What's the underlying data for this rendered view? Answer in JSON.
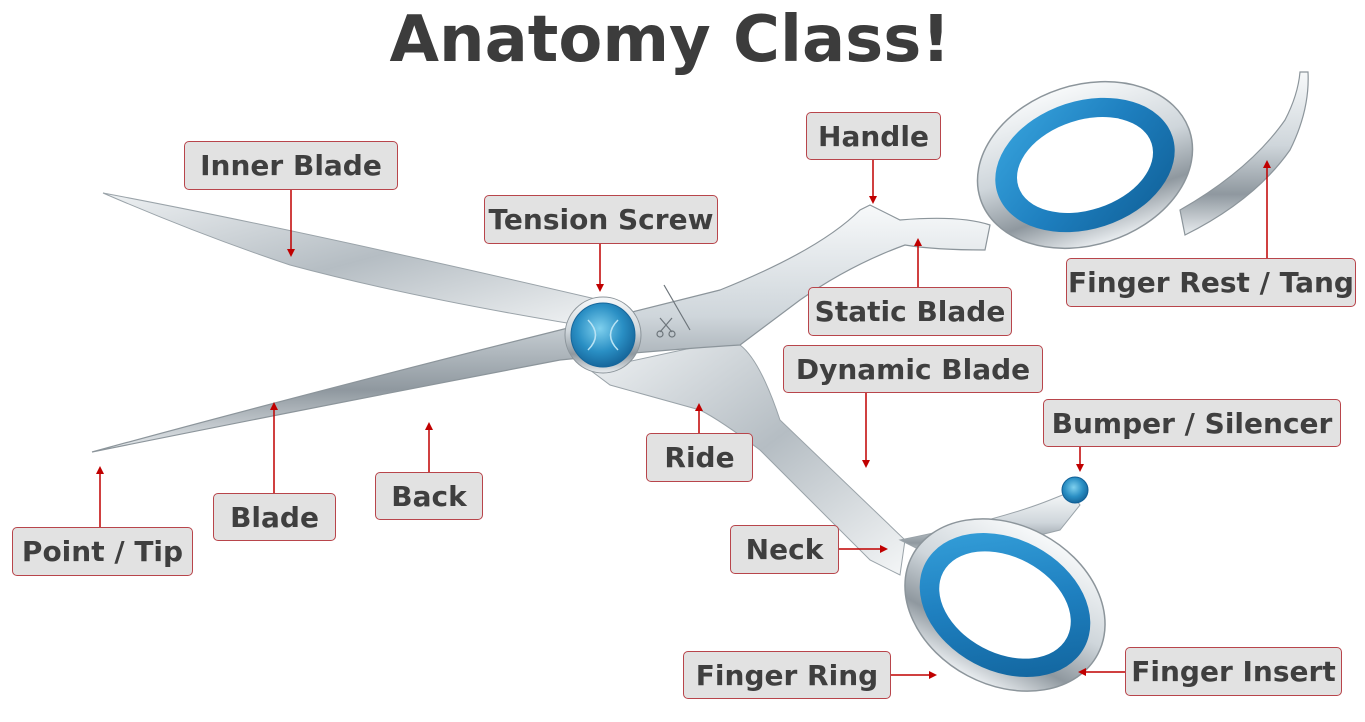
{
  "title": "Anatomy Class!",
  "colors": {
    "title": "#3c3c3c",
    "label_bg": "#e2e2e2",
    "label_border": "#b8454b",
    "label_text": "#3f3f3f",
    "arrow": "#c00000",
    "steel": "#c9d1d6",
    "insert_blue": "#1f84c4"
  },
  "labels": {
    "inner_blade": "Inner Blade",
    "tension_screw": "Tension Screw",
    "handle": "Handle",
    "finger_rest": "Finger Rest / Tang",
    "static_blade": "Static Blade",
    "dynamic_blade": "Dynamic Blade",
    "bumper": "Bumper / Silencer",
    "ride": "Ride",
    "back": "Back",
    "blade": "Blade",
    "point_tip": "Point / Tip",
    "neck": "Neck",
    "finger_ring": "Finger Ring",
    "finger_insert": "Finger Insert"
  }
}
